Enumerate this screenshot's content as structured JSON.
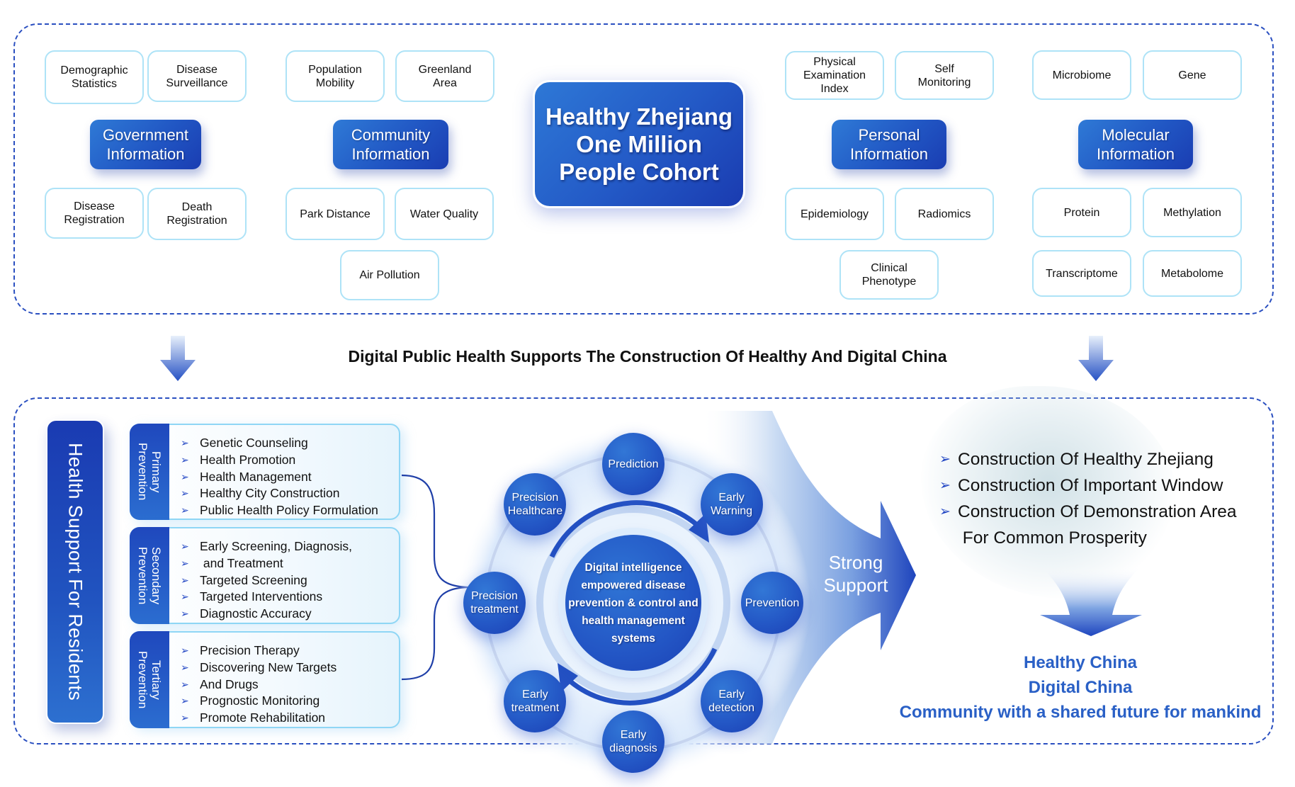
{
  "hero": {
    "title": "Healthy Zhejiang\nOne Million\nPeople Cohort"
  },
  "categories": [
    {
      "label": "Government\nInformation",
      "items": [
        "Demographic\nStatistics",
        "Disease\nSurveillance",
        "Disease\nRegistration",
        "Death\nRegistration"
      ]
    },
    {
      "label": "Community\nInformation",
      "items": [
        "Population\nMobility",
        "Greenland\nArea",
        "Park Distance",
        "Water Quality",
        "Air Pollution"
      ]
    },
    {
      "label": "Personal\nInformation",
      "items": [
        "Physical\nExamination\nIndex",
        "Self\nMonitoring",
        "Epidemiology",
        "Radiomics",
        "Clinical\nPhenotype"
      ]
    },
    {
      "label": "Molecular\nInformation",
      "items": [
        "Microbiome",
        "Gene",
        "Protein",
        "Methylation",
        "Transcriptome",
        "Metabolome"
      ]
    }
  ],
  "subtitle": "Digital Public Health Supports The Construction Of Healthy And Digital China",
  "health_support": {
    "title": "Health Support For Residents"
  },
  "prevention": [
    {
      "label": "Primary\nPrevention",
      "items": [
        "Genetic Counseling",
        "Health Promotion",
        "Health Management",
        "Healthy City Construction",
        "Public Health Policy Formulation"
      ]
    },
    {
      "label": "Secondary\nPrevention",
      "items": [
        "Early Screening, Diagnosis,",
        " and Treatment",
        "Targeted Screening",
        "Targeted Interventions",
        "Diagnostic Accuracy"
      ]
    },
    {
      "label": "Tertiary\nPrevention",
      "items": [
        "Precision Therapy",
        "Discovering New Targets",
        "And Drugs",
        "Prognostic Monitoring",
        "Promote Rehabilitation"
      ]
    }
  ],
  "cycle": {
    "center": "Digital intelligence\nempowered disease\nprevention & control and\nhealth management\nsystems",
    "nodes": [
      "Prediction",
      "Early\nWarning",
      "Prevention",
      "Early\ndetection",
      "Early\ndiagnosis",
      "Early\ntreatment",
      "Precision\ntreatment",
      "Precision\nHealthcare"
    ]
  },
  "strong_support": "Strong\nSupport",
  "goals": [
    "Construction Of Healthy Zhejiang",
    "Construction Of Important Window",
    "Construction Of Demonstration Area",
    " For Common Prosperity"
  ],
  "outcomes": [
    "Healthy China",
    "Digital China",
    "Community with a shared future for mankind"
  ],
  "colors": {
    "primary_blue": "#2157c4",
    "dash_border": "#2a4fc0",
    "item_border": "#aee3f7",
    "outcome_text": "#2a60c6"
  }
}
